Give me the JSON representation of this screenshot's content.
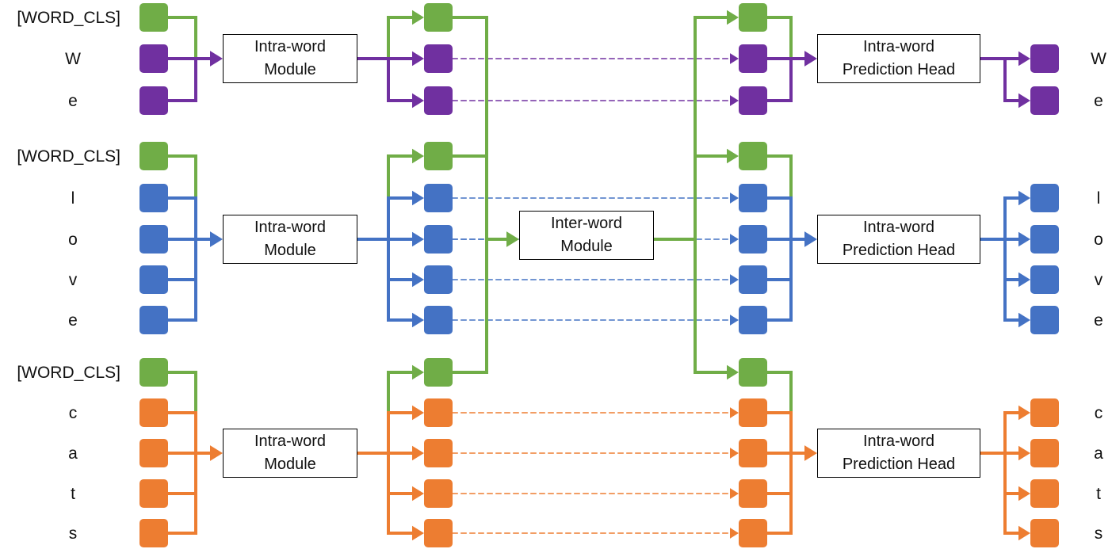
{
  "colors": {
    "word_cls": "#70ad47",
    "word_we": "#7030a0",
    "word_love": "#4472c4",
    "word_cats": "#ed7d31",
    "box_border": "#000000",
    "text": "#111111"
  },
  "words": [
    {
      "id": "we",
      "cls_token": "[WORD_CLS]",
      "chars": [
        "W",
        "e"
      ],
      "output_chars": [
        "W",
        "e"
      ],
      "intra_module": {
        "line1": "Intra-word",
        "line2": "Module"
      },
      "prediction_head": {
        "line1": "Intra-word",
        "line2": "Prediction Head"
      }
    },
    {
      "id": "love",
      "cls_token": "[WORD_CLS]",
      "chars": [
        "l",
        "o",
        "v",
        "e"
      ],
      "output_chars": [
        "l",
        "o",
        "v",
        "e"
      ],
      "intra_module": {
        "line1": "Intra-word",
        "line2": "Module"
      },
      "prediction_head": {
        "line1": "Intra-word",
        "line2": "Prediction Head"
      }
    },
    {
      "id": "cats",
      "cls_token": "[WORD_CLS]",
      "chars": [
        "c",
        "a",
        "t",
        "s"
      ],
      "output_chars": [
        "c",
        "a",
        "t",
        "s"
      ],
      "intra_module": {
        "line1": "Intra-word",
        "line2": "Module"
      },
      "prediction_head": {
        "line1": "Intra-word",
        "line2": "Prediction Head"
      }
    }
  ],
  "inter_module": {
    "line1": "Inter-word",
    "line2": "Module"
  }
}
